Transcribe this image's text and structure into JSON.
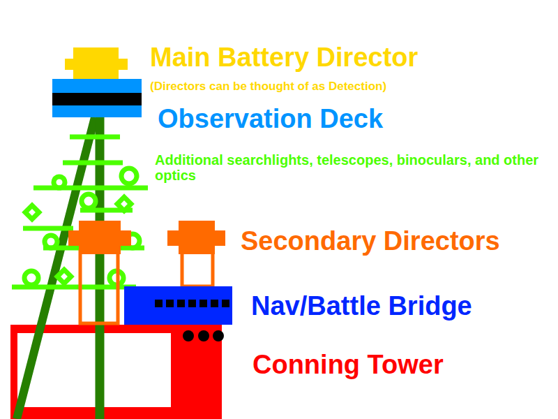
{
  "diagram": {
    "labels": [
      "Main Battery Director",
      "(Directors can be thought of as Detection)",
      "Observation Deck",
      "Additional searchlights, telescopes, binoculars, and other optics",
      "Secondary Directors",
      "Nav/Battle Bridge",
      "Conning Tower"
    ]
  }
}
